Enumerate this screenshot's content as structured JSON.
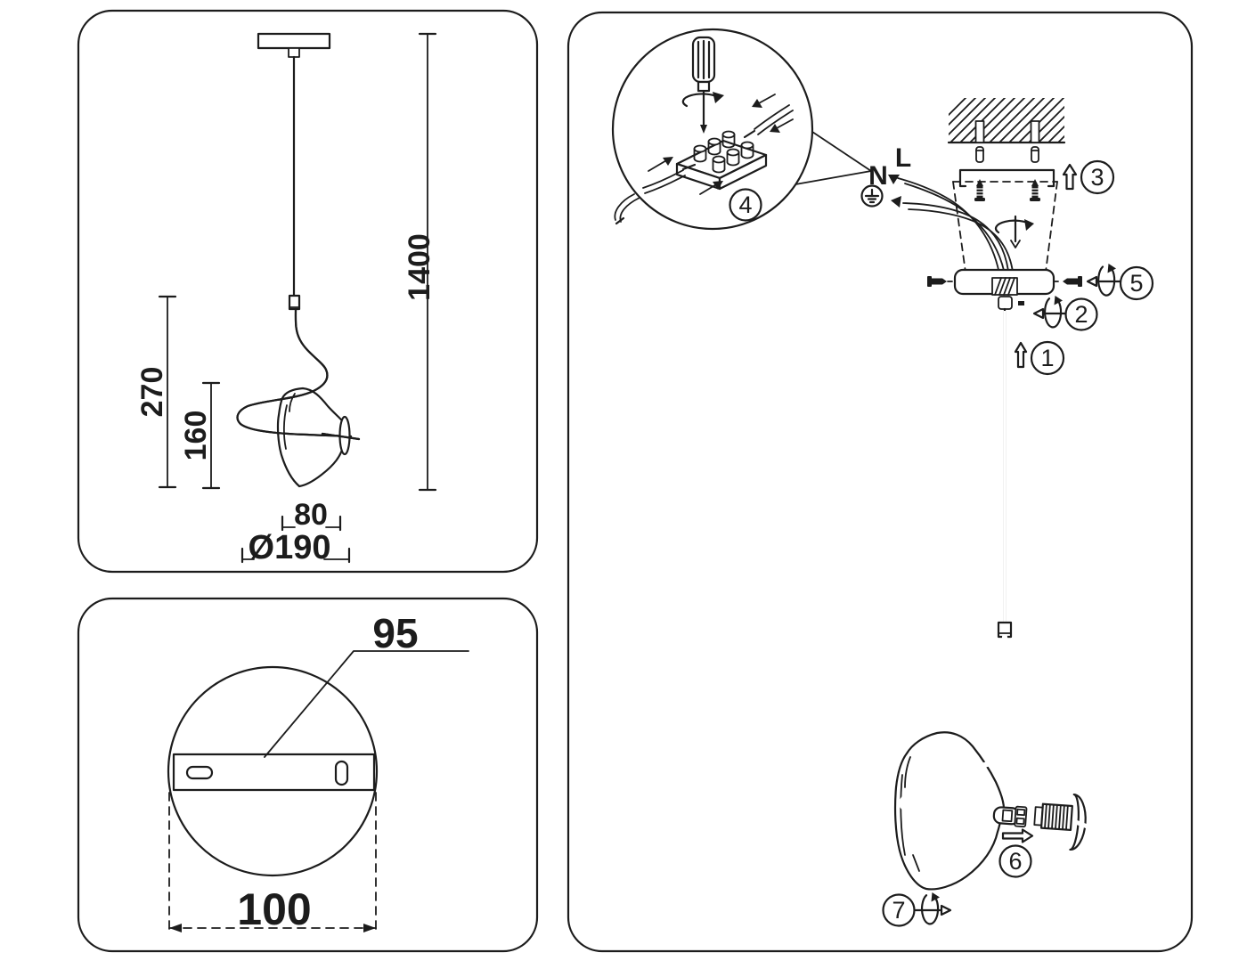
{
  "document": {
    "kind": "pendant-light-installation-diagram"
  },
  "colors": {
    "line": "#1c1c1c",
    "background": "#ffffff"
  },
  "panel_side_view": {
    "dims": {
      "total_height": "1400",
      "tube_drop": "270",
      "shade_height": "160",
      "shade_top_width": "80",
      "shade_diameter": "Ø190"
    }
  },
  "panel_canopy_top": {
    "dims": {
      "bracket_length": "95",
      "canopy_diameter": "100"
    }
  },
  "panel_install": {
    "steps": [
      "1",
      "2",
      "3",
      "4",
      "5",
      "6",
      "7"
    ],
    "wiring": {
      "neutral": "N",
      "live": "L"
    },
    "icons": {
      "earth": "earth-ground-icon",
      "rotation": "rotate-arrow-icon",
      "screwdriver": "screwdriver-icon",
      "direction_arrows": "arrow-icon"
    }
  }
}
